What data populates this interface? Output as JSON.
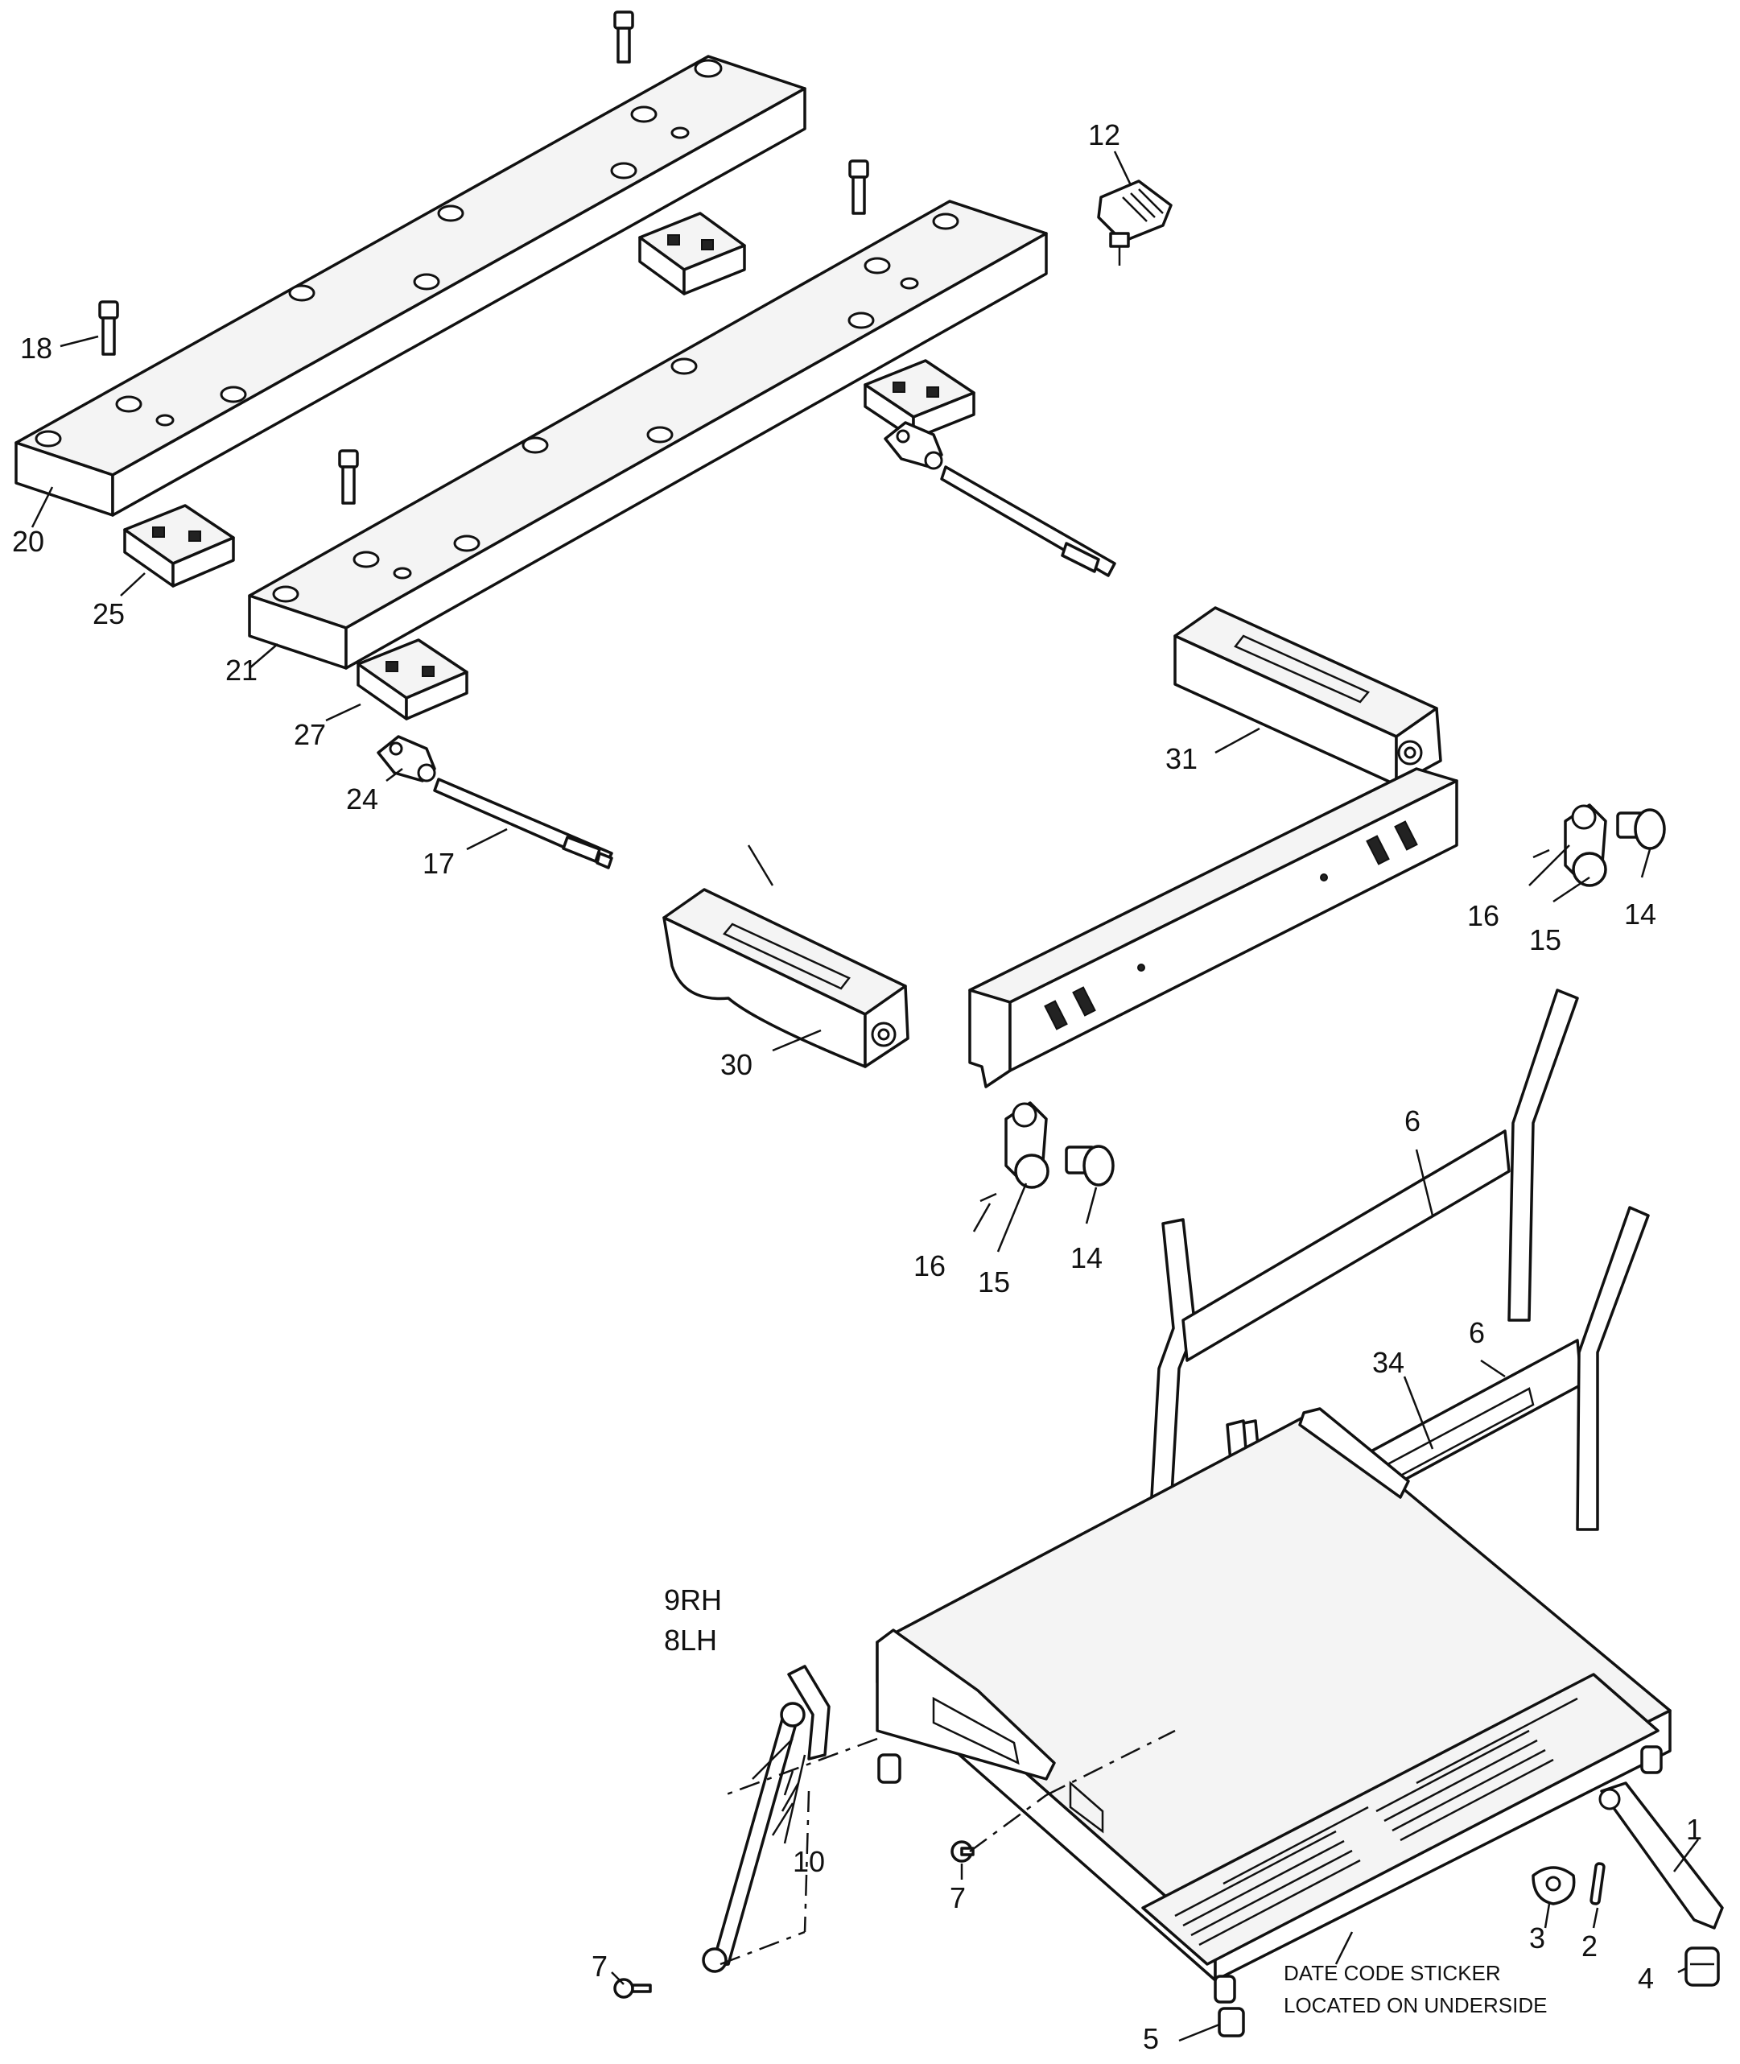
{
  "callouts": {
    "c1": "1",
    "c2": "2",
    "c3": "3",
    "c4": "4",
    "c5": "5",
    "c6a": "6",
    "c6b": "6",
    "c7a": "7",
    "c7b": "7",
    "c9rh": "9RH",
    "c8lh": "8LH",
    "c10": "10",
    "c12": "12",
    "c14a": "14",
    "c14b": "14",
    "c15a": "15",
    "c15b": "15",
    "c16a": "16",
    "c16b": "16",
    "c17": "17",
    "c18": "18",
    "c20": "20",
    "c21": "21",
    "c24": "24",
    "c25": "25",
    "c27": "27",
    "c30": "30",
    "c31": "31",
    "c34": "34"
  },
  "note": {
    "line1": "DATE CODE STICKER",
    "line2": "LOCATED ON UNDERSIDE"
  }
}
